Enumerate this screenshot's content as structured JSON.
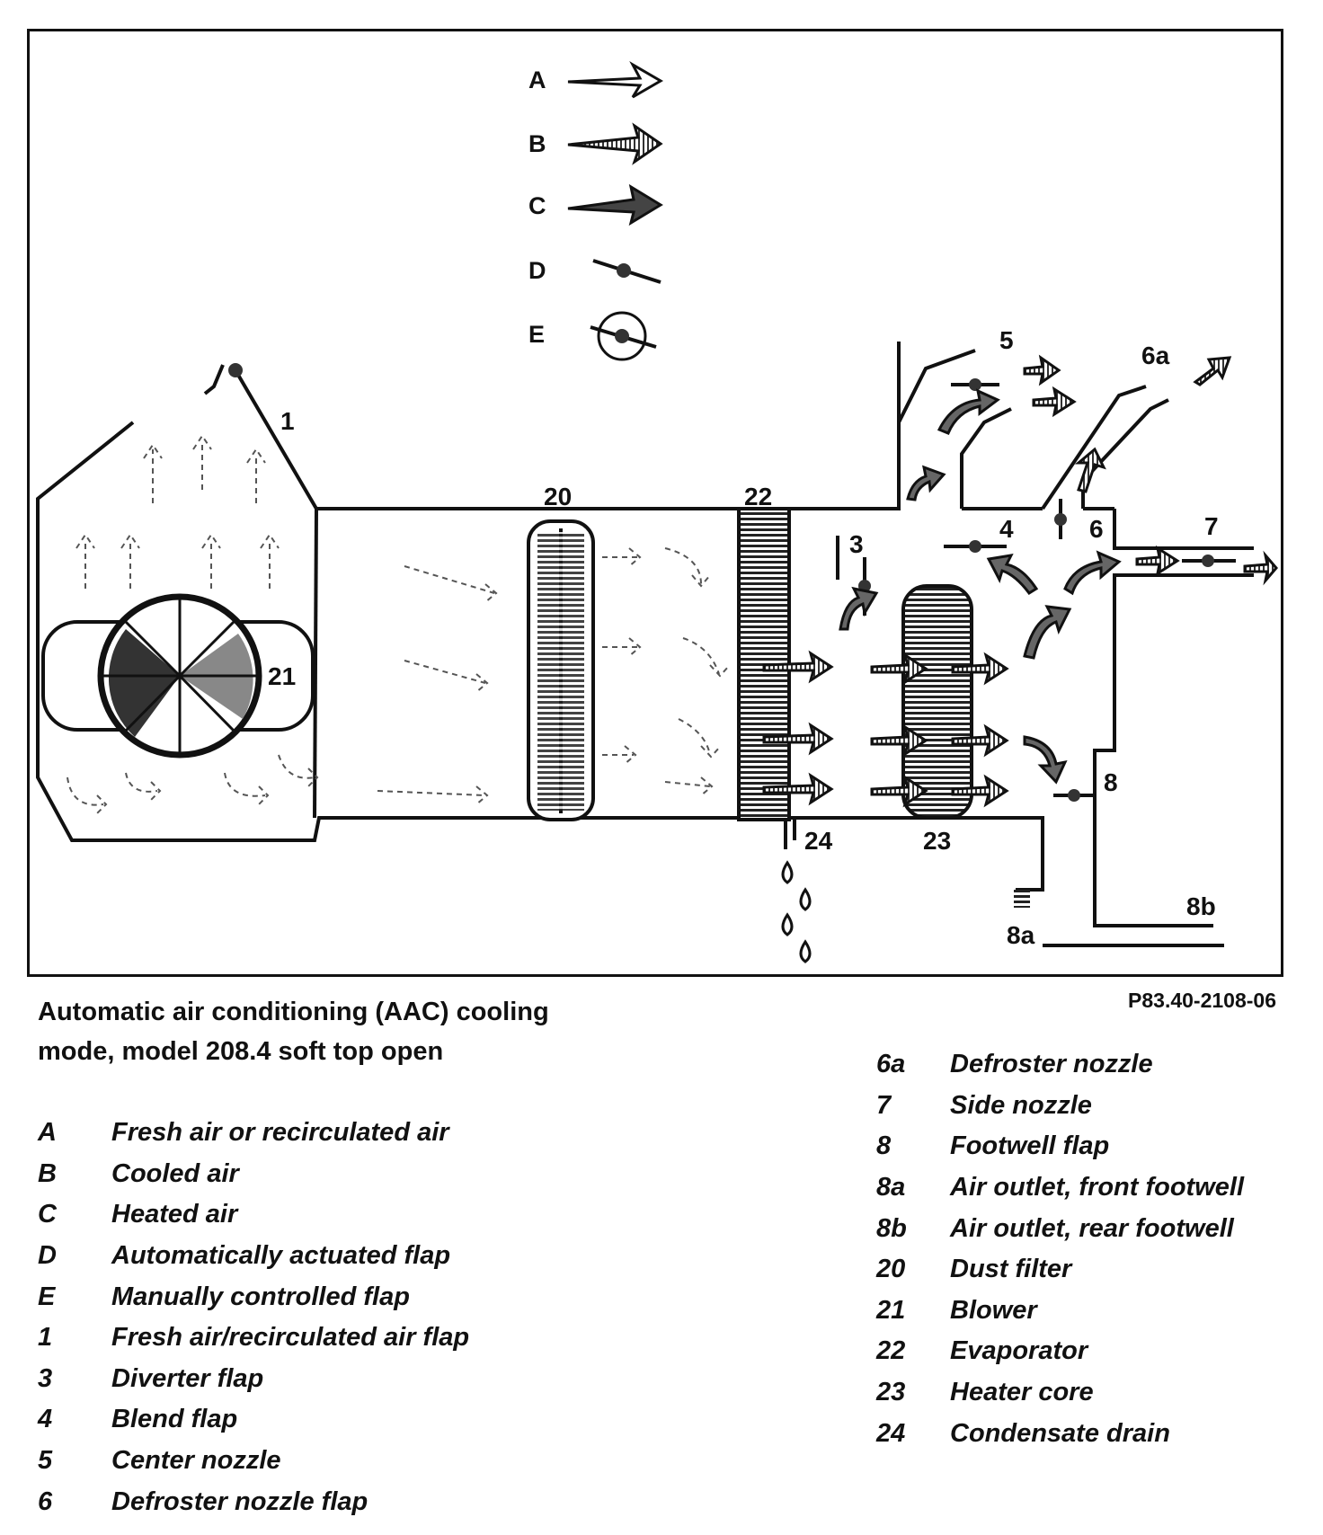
{
  "diagram": {
    "arrow_key": [
      {
        "letter": "A",
        "style": "outline-arrow"
      },
      {
        "letter": "B",
        "style": "hatched-arrow"
      },
      {
        "letter": "C",
        "style": "solid-arrow"
      },
      {
        "letter": "D",
        "style": "flap-symbol"
      },
      {
        "letter": "E",
        "style": "circled-flap-symbol"
      }
    ],
    "callouts": {
      "c1": "1",
      "c3": "3",
      "c4": "4",
      "c5": "5",
      "c6": "6",
      "c6a": "6a",
      "c7": "7",
      "c8": "8",
      "c8a": "8a",
      "c8b": "8b",
      "c20": "20",
      "c21": "21",
      "c22": "22",
      "c23": "23",
      "c24": "24"
    },
    "colors": {
      "line": "#111111",
      "background": "#ffffff",
      "arrow_fill": "#555555"
    }
  },
  "caption": {
    "line1": "Automatic air conditioning (AAC) cooling",
    "line2": "mode, model 208.4 soft top open",
    "figure_code": "P83.40-2108-06"
  },
  "legend_left": [
    {
      "key": "A",
      "text": "Fresh air or recirculated air"
    },
    {
      "key": "B",
      "text": "Cooled air"
    },
    {
      "key": "C",
      "text": "Heated air"
    },
    {
      "key": "D",
      "text": "Automatically actuated flap"
    },
    {
      "key": "E",
      "text": "Manually controlled flap"
    },
    {
      "key": "1",
      "text": "Fresh air/recirculated air flap"
    },
    {
      "key": "3",
      "text": "Diverter flap"
    },
    {
      "key": "4",
      "text": "Blend flap"
    },
    {
      "key": "5",
      "text": "Center nozzle"
    },
    {
      "key": "6",
      "text": "Defroster nozzle flap"
    }
  ],
  "legend_right": [
    {
      "key": "6a",
      "text": "Defroster nozzle"
    },
    {
      "key": "7",
      "text": "Side nozzle"
    },
    {
      "key": "8",
      "text": "Footwell flap"
    },
    {
      "key": "8a",
      "text": "Air outlet, front footwell"
    },
    {
      "key": "8b",
      "text": "Air outlet, rear footwell"
    },
    {
      "key": "20",
      "text": "Dust filter"
    },
    {
      "key": "21",
      "text": "Blower"
    },
    {
      "key": "22",
      "text": "Evaporator"
    },
    {
      "key": "23",
      "text": "Heater core"
    },
    {
      "key": "24",
      "text": "Condensate drain"
    }
  ]
}
